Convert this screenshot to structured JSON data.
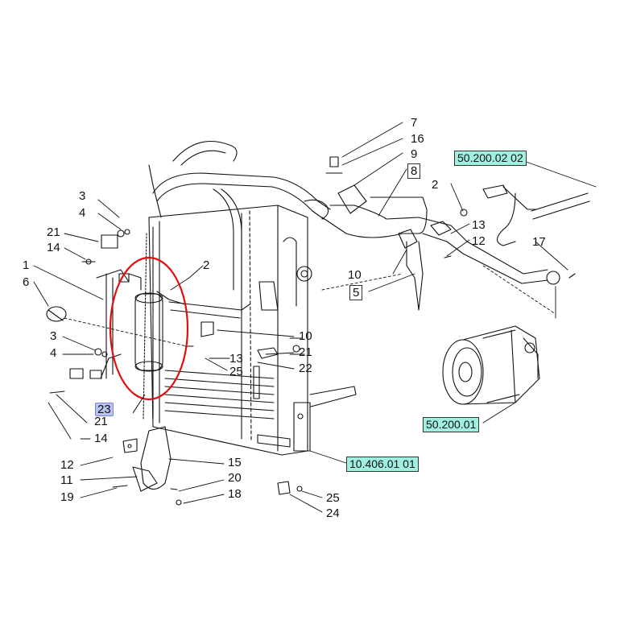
{
  "colors": {
    "ref_fill": "#9ff0e0",
    "highlight_circle": "#e01010",
    "selected_label": "#b8c3f2",
    "line": "#111111"
  },
  "labels": {
    "l1": "1",
    "l2_left": "2",
    "l2_right": "2",
    "l3_top": "3",
    "l3_mid": "3",
    "l4_top": "4",
    "l4_mid": "4",
    "l5": "5",
    "l6": "6",
    "l7": "7",
    "l8": "8",
    "l9": "9",
    "l10_mid": "10",
    "l10_left": "10",
    "l11": "11",
    "l12_bottom": "12",
    "l12_right": "12",
    "l13_mid": "13",
    "l13_right": "13",
    "l14_top": "14",
    "l14_bottom": "14",
    "l15": "15",
    "l16": "16",
    "l17": "17",
    "l18": "18",
    "l19": "19",
    "l20": "20",
    "l21_top": "21",
    "l21_mid": "21",
    "l21_bottom": "21",
    "l22": "22",
    "l23": "23",
    "l24": "24",
    "l25_mid": "25",
    "l25_bottom": "25"
  },
  "references": {
    "ref_top": "50.200.02 02",
    "ref_compressor": "50.200.01",
    "ref_condenser": "10.406.01 01"
  }
}
